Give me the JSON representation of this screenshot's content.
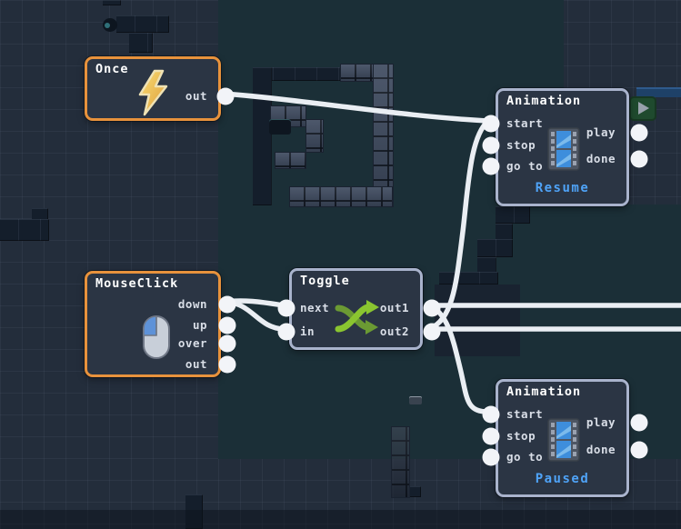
{
  "editor": {
    "type": "visual-script-graph"
  },
  "colors": {
    "background": "#232d3b",
    "scene_zone": "#1b2f37",
    "wire": "#eaeef3",
    "port": "#f2f4f8",
    "node_background": "#2b3544",
    "node_border": "#a9b3cc",
    "event_node_border": "#e8923c",
    "title_text": "#ffffff",
    "port_label_text": "#d9dee7",
    "caption_text": "#4fa3f7"
  },
  "nodes": {
    "once": {
      "title": "Once",
      "icon": "lightning-icon",
      "outputs": [
        "out"
      ]
    },
    "mouse_click": {
      "title": "MouseClick",
      "icon": "mouse-icon",
      "outputs": [
        "down",
        "up",
        "over",
        "out"
      ]
    },
    "toggle": {
      "title": "Toggle",
      "icon": "shuffle-arrows-icon",
      "inputs": [
        "next",
        "in"
      ],
      "outputs": [
        "out1",
        "out2"
      ]
    },
    "animation_resume": {
      "title": "Animation",
      "icon": "film-strip-icon",
      "inputs": [
        "start",
        "stop",
        "go to"
      ],
      "outputs": [
        "play",
        "done"
      ],
      "caption": "Resume"
    },
    "animation_paused": {
      "title": "Animation",
      "icon": "film-strip-icon",
      "inputs": [
        "start",
        "stop",
        "go to"
      ],
      "outputs": [
        "play",
        "done"
      ],
      "caption": "Paused"
    }
  },
  "connections": [
    {
      "from": "once.out",
      "to": "animation_resume.start"
    },
    {
      "from": "mouse_click.down",
      "to": "toggle.next"
    },
    {
      "from": "mouse_click.down",
      "to": "toggle.in"
    },
    {
      "from": "toggle.out2",
      "to": "animation_resume.start"
    },
    {
      "from": "toggle.out1",
      "to": "animation_paused.start"
    },
    {
      "from": "toggle.out1",
      "to": "offscreen-right"
    },
    {
      "from": "toggle.out2",
      "to": "offscreen-right"
    }
  ]
}
